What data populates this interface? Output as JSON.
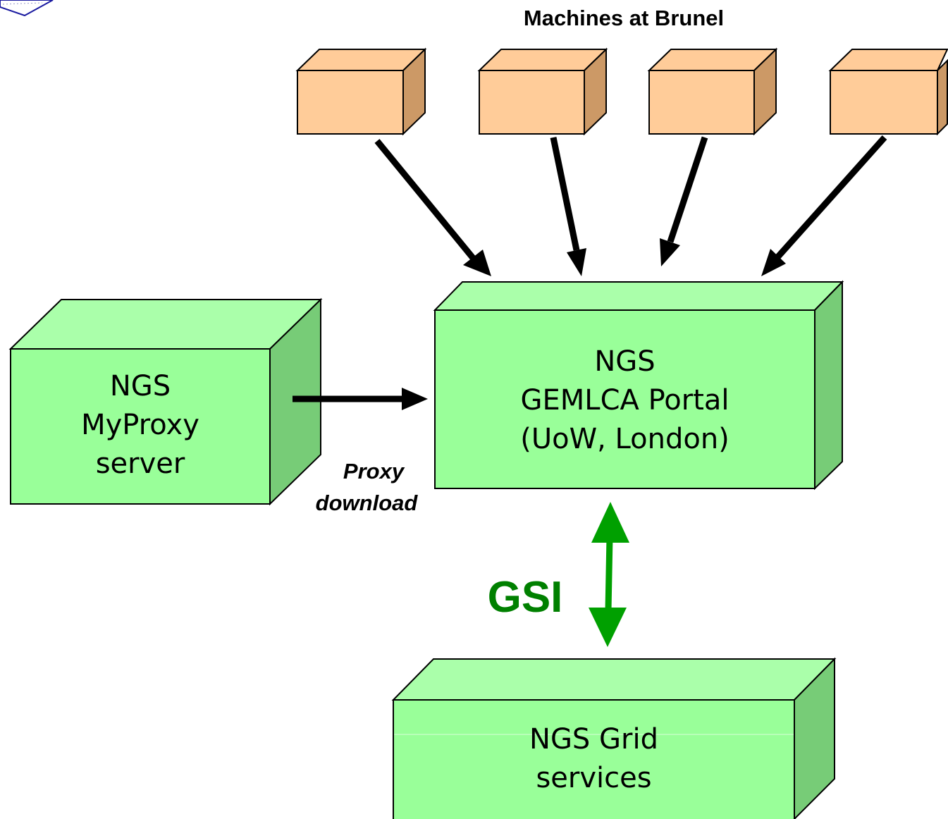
{
  "title": "Machines at Brunel",
  "boxes": {
    "myproxy": {
      "line1": "NGS",
      "line2": "MyProxy",
      "line3": "server"
    },
    "portal": {
      "line1": "NGS",
      "line2": "GEMLCA Portal",
      "line3": "(UoW, London)"
    },
    "grid": {
      "line1": "NGS Grid",
      "line2": "services"
    }
  },
  "edge_labels": {
    "proxy_line1": "Proxy",
    "proxy_line2": "download",
    "gsi": "GSI"
  },
  "machines_count": 4,
  "colors": {
    "machine_front": "#ffcc99",
    "machine_side": "#cc9966",
    "server_front": "#99ff99",
    "server_top": "#aaffaa",
    "server_side": "#77cc77",
    "gsi_arrow": "#00a000",
    "gsi_text": "#008000",
    "arrow": "#000000"
  }
}
